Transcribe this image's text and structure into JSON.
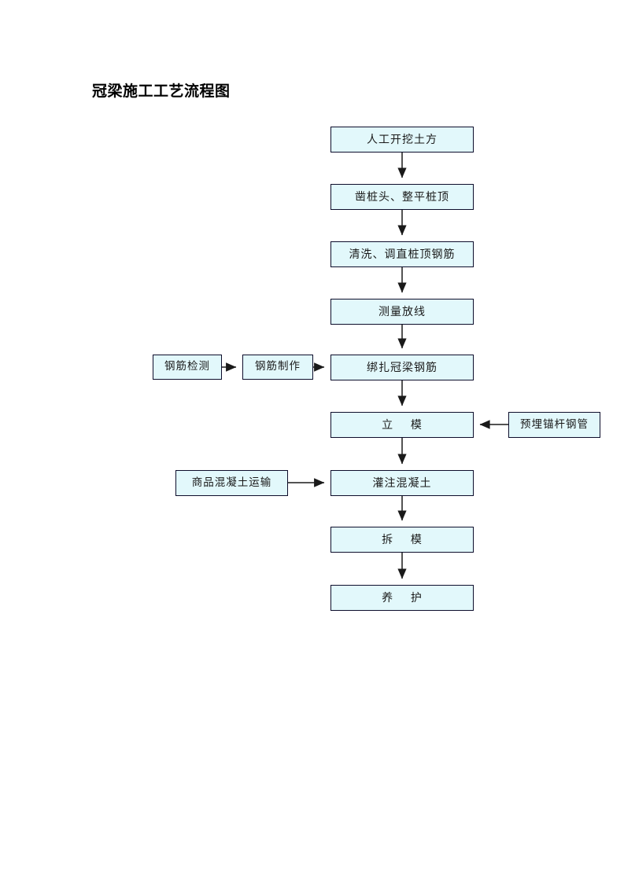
{
  "document": {
    "title": "冠梁施工工艺流程图",
    "background_color": "#ffffff",
    "node_fill_color": "#e2f8fb",
    "node_border_color": "#0d0d2b",
    "connector_color": "#1a1a1a"
  },
  "flowchart": {
    "main_steps": [
      {
        "id": "n1",
        "label": "人工开挖土方"
      },
      {
        "id": "n2",
        "label": "凿桩头、整平桩顶"
      },
      {
        "id": "n3",
        "label": "清洗、调直桩顶钢筋"
      },
      {
        "id": "n4",
        "label": "测量放线"
      },
      {
        "id": "n5",
        "label": "绑扎冠梁钢筋"
      },
      {
        "id": "n6",
        "label": "立    模"
      },
      {
        "id": "n7",
        "label": "灌注混凝土"
      },
      {
        "id": "n8",
        "label": "拆    模"
      },
      {
        "id": "n9",
        "label": "养    护"
      }
    ],
    "side_steps": [
      {
        "id": "rebar-test",
        "label": "钢筋检测",
        "feeds": "rebar-make",
        "direction": "right"
      },
      {
        "id": "rebar-make",
        "label": "钢筋制作",
        "feeds": "n5",
        "direction": "right"
      },
      {
        "id": "anchor-pipe",
        "label": "预埋锚杆钢管",
        "feeds": "n6",
        "direction": "left"
      },
      {
        "id": "concrete-transport",
        "label": "商品混凝土运输",
        "feeds": "n7",
        "direction": "right"
      }
    ],
    "connections": [
      {
        "from": "n1",
        "to": "n2",
        "direction": "down"
      },
      {
        "from": "n2",
        "to": "n3",
        "direction": "down"
      },
      {
        "from": "n3",
        "to": "n4",
        "direction": "down"
      },
      {
        "from": "n4",
        "to": "n5",
        "direction": "down"
      },
      {
        "from": "n5",
        "to": "n6",
        "direction": "down"
      },
      {
        "from": "n6",
        "to": "n7",
        "direction": "down"
      },
      {
        "from": "n7",
        "to": "n8",
        "direction": "down"
      },
      {
        "from": "n8",
        "to": "n9",
        "direction": "down"
      },
      {
        "from": "rebar-test",
        "to": "rebar-make",
        "direction": "right"
      },
      {
        "from": "rebar-make",
        "to": "n5",
        "direction": "right"
      },
      {
        "from": "anchor-pipe",
        "to": "n6",
        "direction": "left"
      },
      {
        "from": "concrete-transport",
        "to": "n7",
        "direction": "right"
      }
    ]
  }
}
